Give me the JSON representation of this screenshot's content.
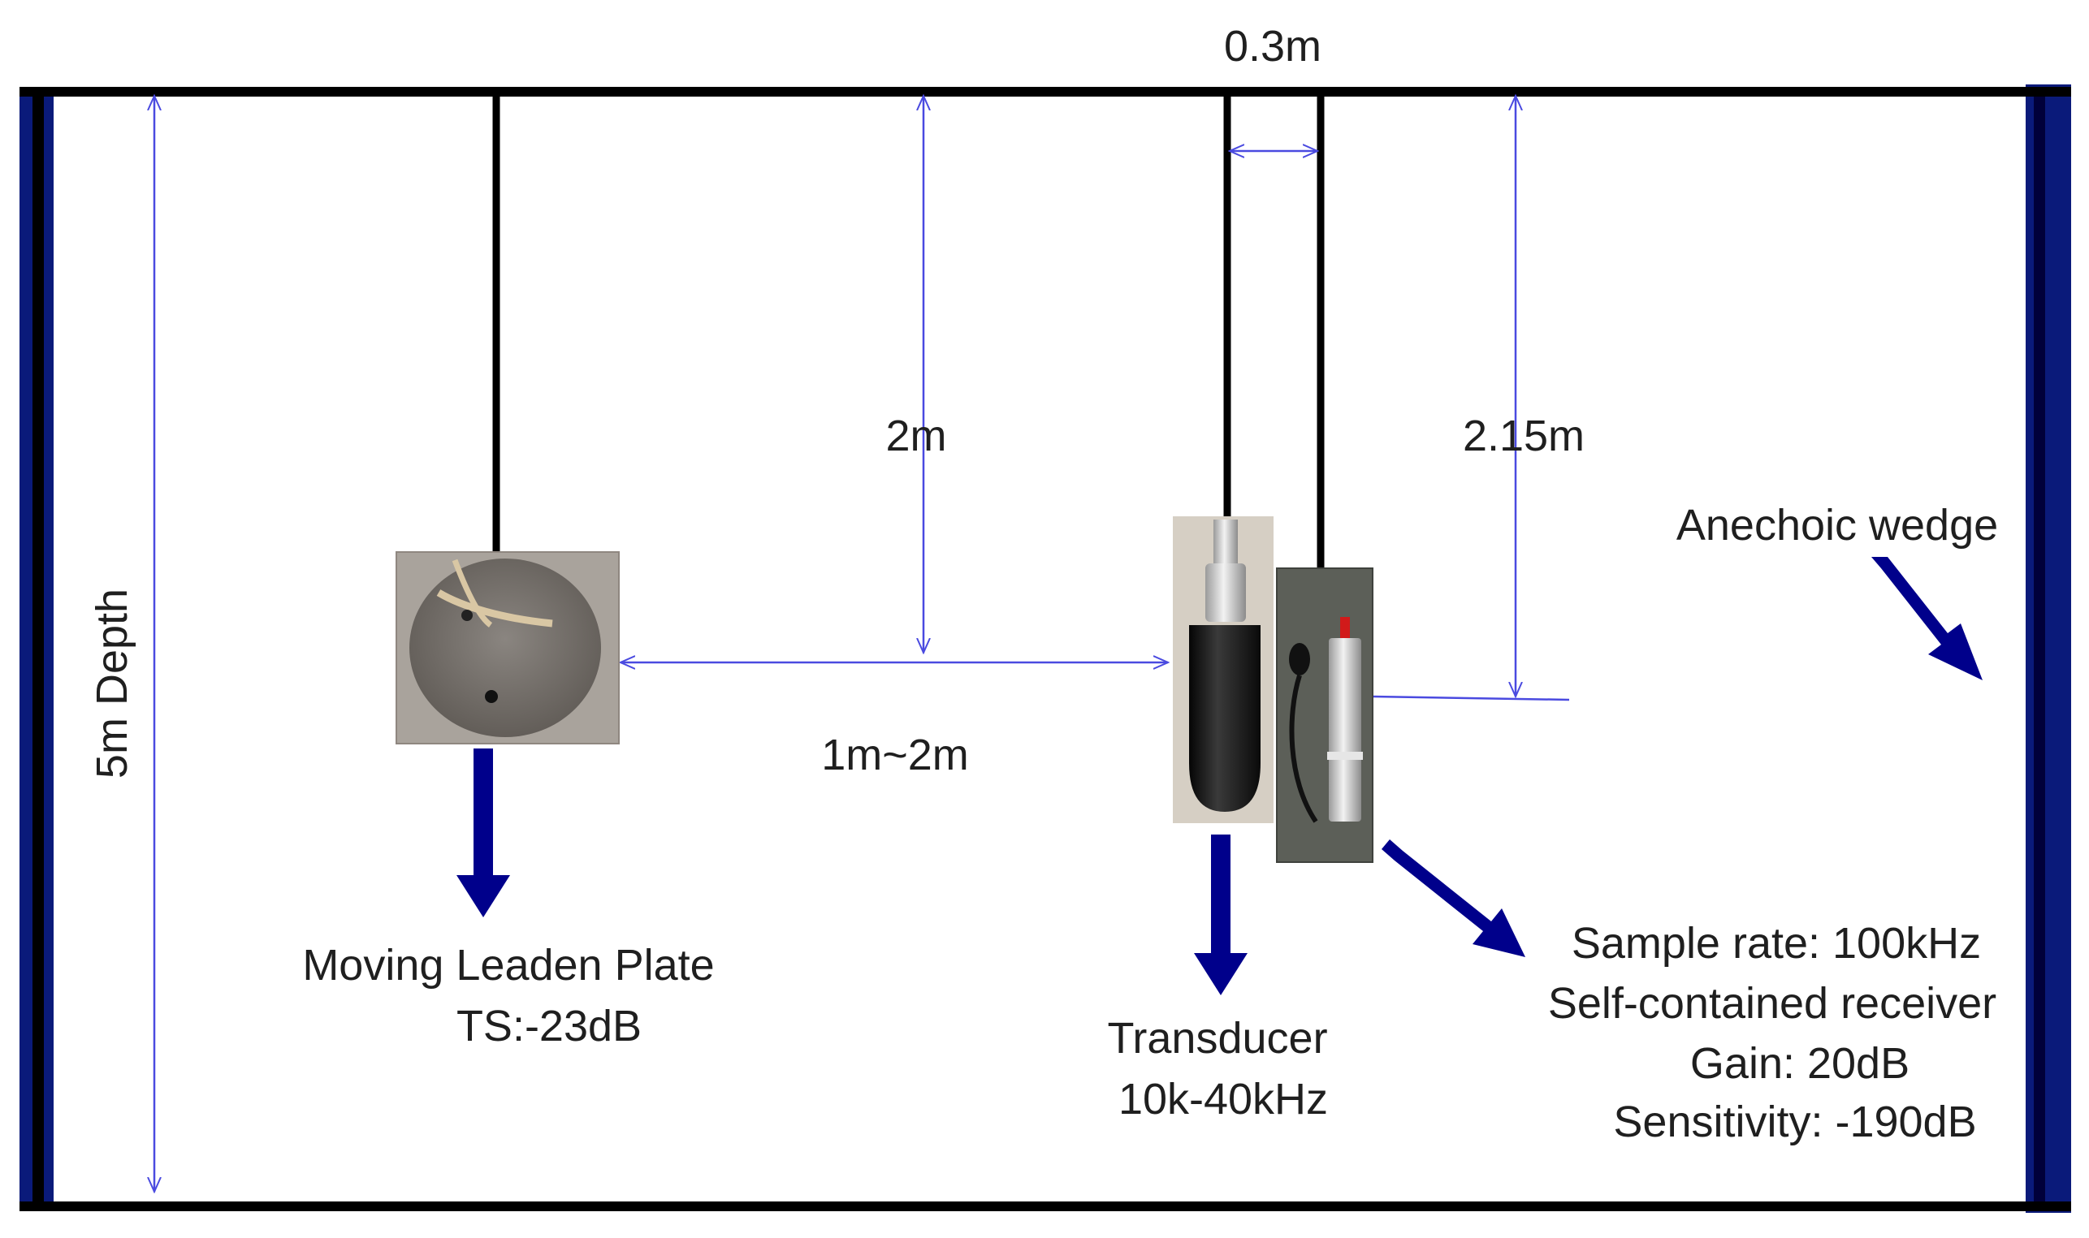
{
  "labels": {
    "spacing": "0.3m",
    "depth_left": "2m",
    "depth_right": "2.15m",
    "tank_depth": "5m Depth",
    "range": "1m~2m",
    "wedge": "Anechoic wedge"
  },
  "plate": {
    "name": "Moving Leaden Plate",
    "ts": "TS:-23dB"
  },
  "transducer": {
    "name": "Transducer",
    "band": "10k-40kHz"
  },
  "receiver": {
    "sample_rate": "Sample rate: 100kHz",
    "name": "Self-contained receiver",
    "gain": "Gain: 20dB",
    "sensitivity": "Sensitivity: -190dB"
  },
  "colors": {
    "tank_wall": "#0a1a7a",
    "arrow": "#00008b",
    "dimension": "#4a4ae0",
    "cable": "#000000"
  }
}
